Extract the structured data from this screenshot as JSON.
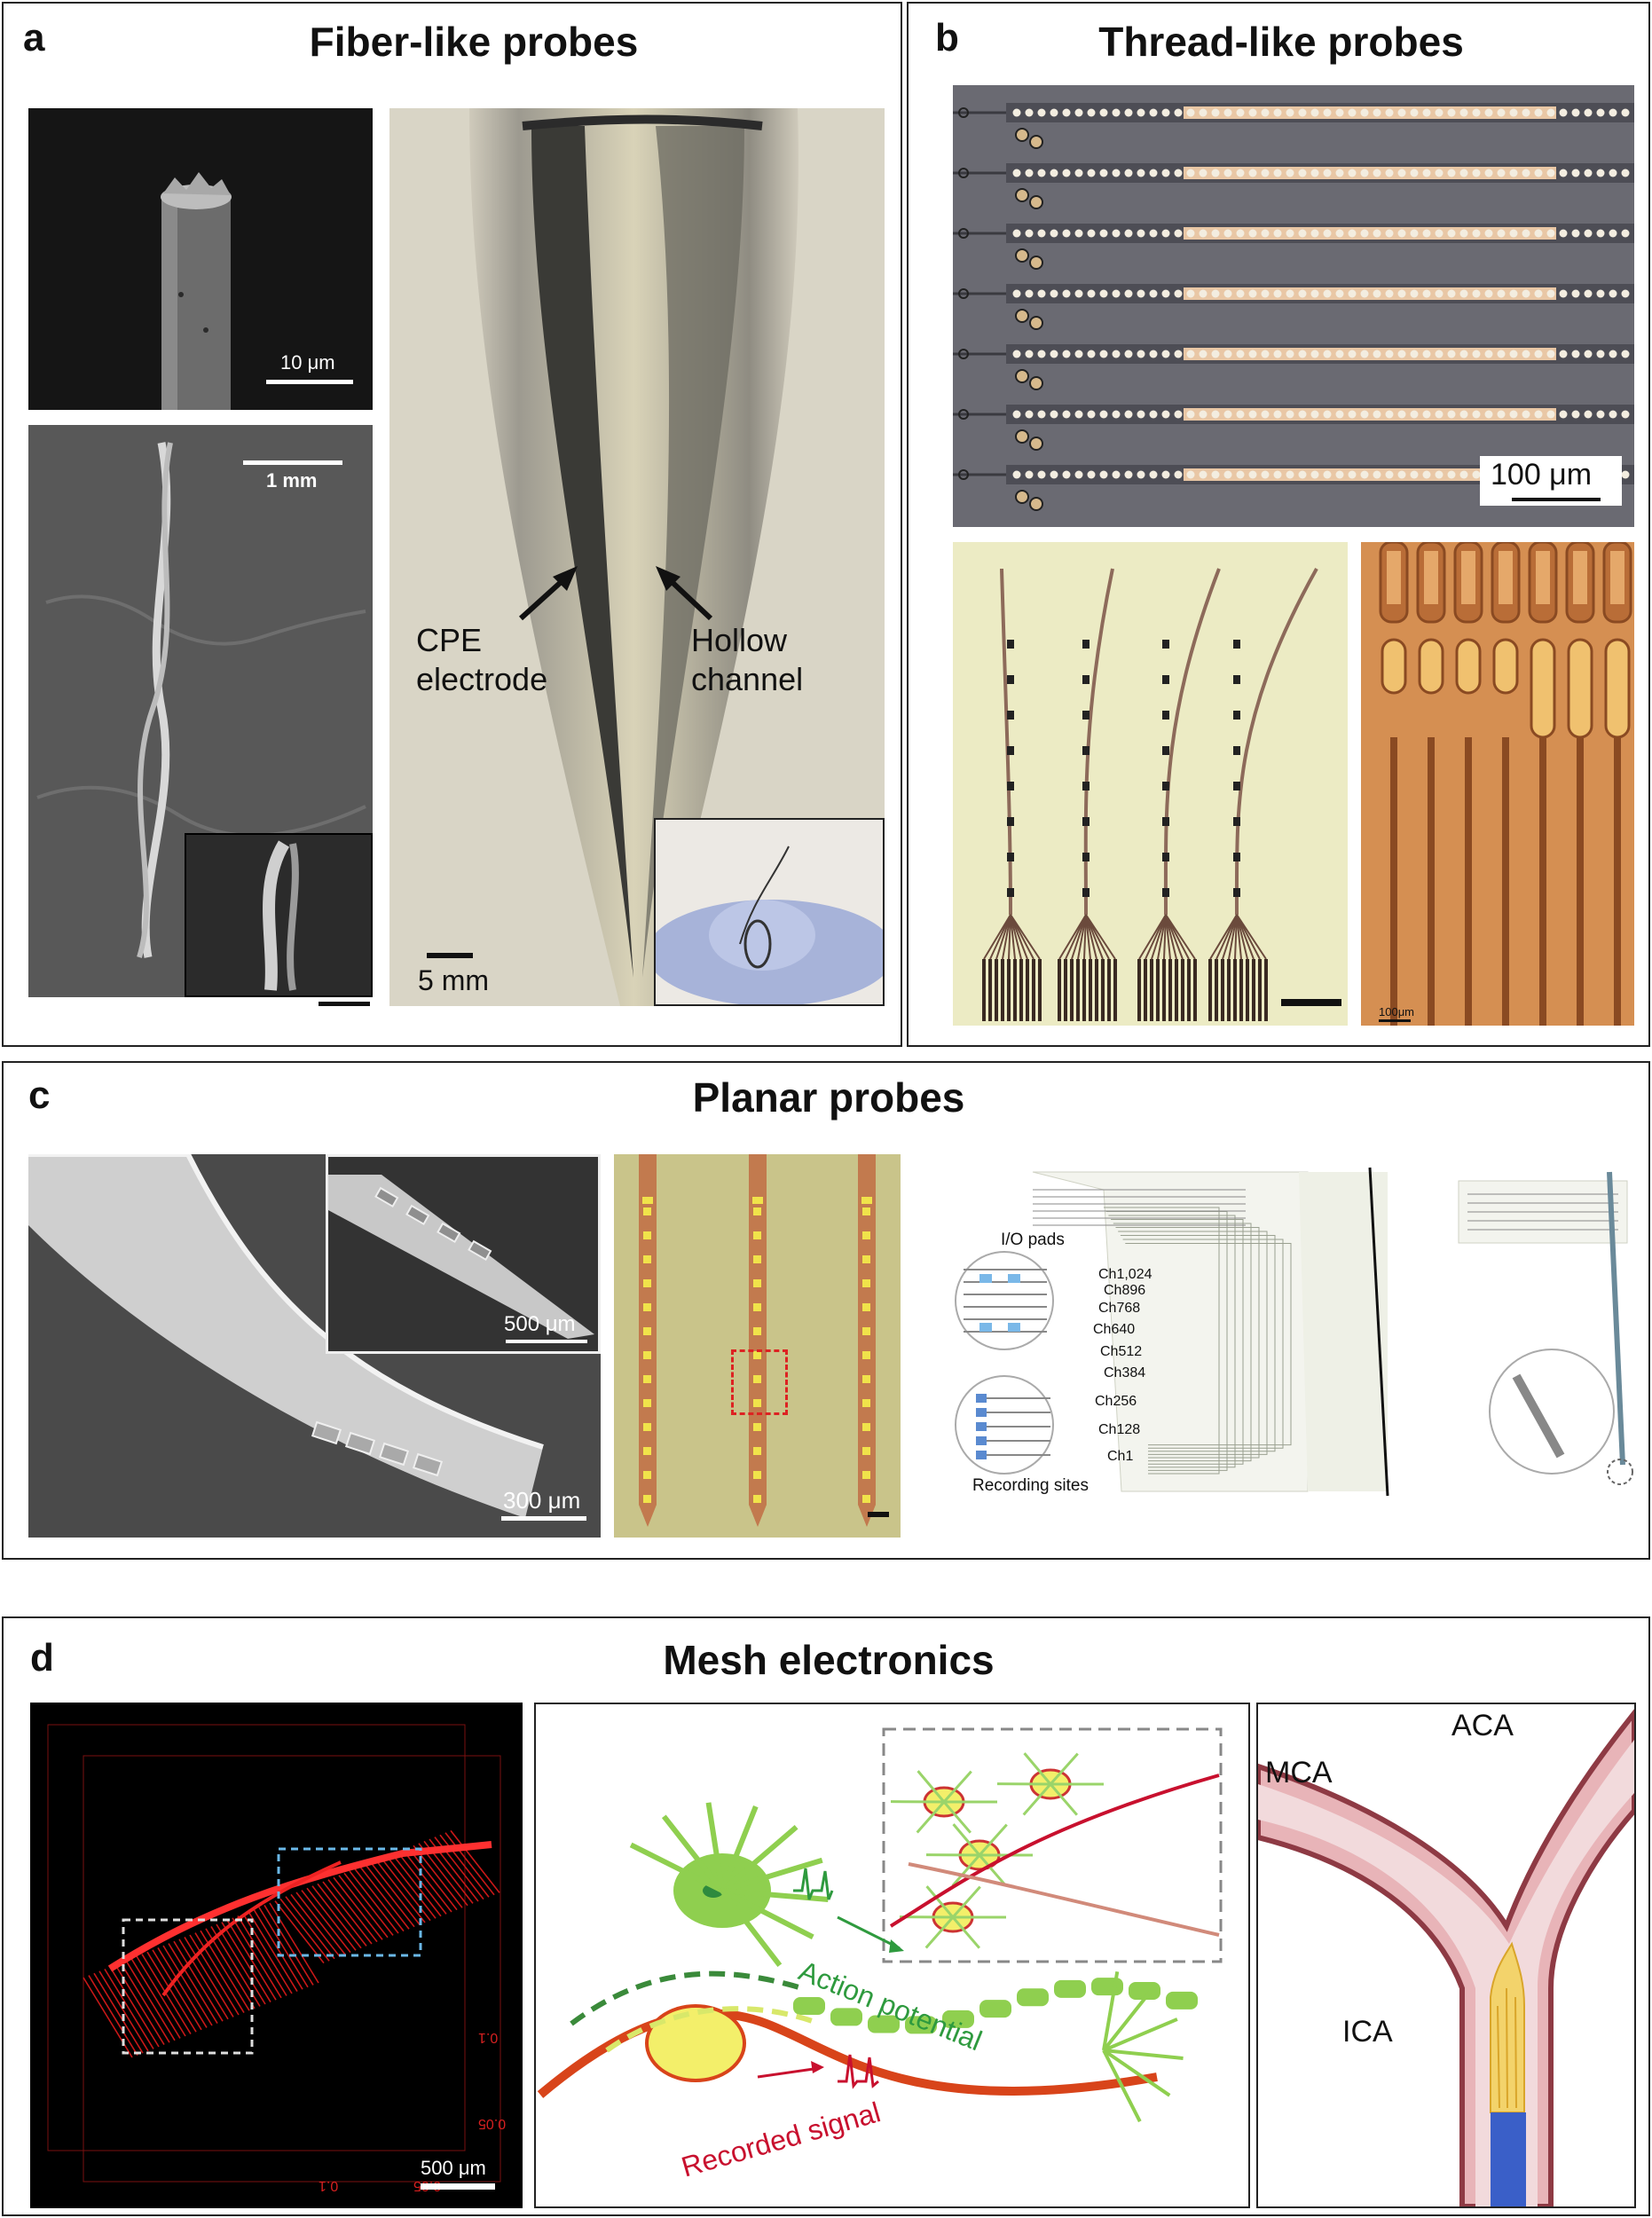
{
  "panel_a": {
    "label": "a",
    "title": "Fiber-like probes",
    "sem_top_scale": "10 μm",
    "sem_mid_scale": "1 mm",
    "photo_label_left": "CPE\nelectrode",
    "photo_label_right": "Hollow\nchannel",
    "photo_scale": "5 mm"
  },
  "panel_b": {
    "label": "b",
    "title": "Thread-like probes",
    "top_scale": "100 μm",
    "right_scale": "100μm"
  },
  "panel_c": {
    "label": "c",
    "title": "Planar probes",
    "inset_scale": "500 μm",
    "sem_scale": "300 μm",
    "io_label": "I/O pads",
    "channels": [
      "Ch1,024",
      "Ch896",
      "Ch768",
      "Ch640",
      "Ch512",
      "Ch384",
      "Ch256",
      "Ch128",
      "Ch1"
    ],
    "recording_label": "Recording sites"
  },
  "panel_d": {
    "label": "d",
    "title": "Mesh electronics",
    "axis_ticks": [
      "0.1",
      "0.05",
      "0.1",
      "0.05"
    ],
    "scale": "500 μm",
    "action_label": "Action potential",
    "recorded_label": "Recorded signal",
    "vessel_labels": {
      "aca": "ACA",
      "mca": "MCA",
      "ica": "ICA"
    }
  },
  "colors": {
    "border": "#222222",
    "mesh_red": "#d62020",
    "neuron_green": "#7dc242",
    "signal_red": "#c8102e",
    "vessel_pink": "#e8b4b8",
    "stent_blue": "#3a5fc8"
  }
}
